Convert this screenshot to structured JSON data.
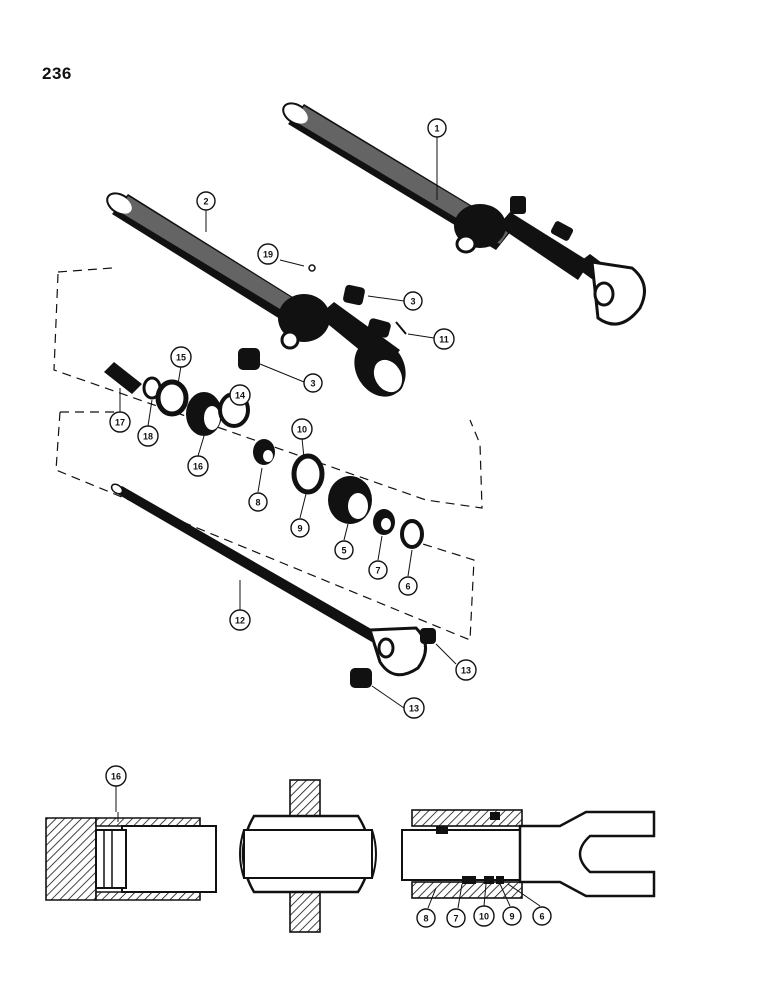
{
  "page": {
    "number": "236"
  },
  "callouts": [
    {
      "id": "c1",
      "label": "1",
      "part": "cylinder-barrel-assembly-top"
    },
    {
      "id": "c2",
      "label": "2",
      "part": "cylinder-barrel"
    },
    {
      "id": "c19",
      "label": "19",
      "part": "grease-fitting"
    },
    {
      "id": "c3a",
      "label": "3",
      "part": "bushing-upper"
    },
    {
      "id": "c11",
      "label": "11",
      "part": "screw"
    },
    {
      "id": "c3b",
      "label": "3",
      "part": "bushing-lower"
    },
    {
      "id": "c15",
      "label": "15",
      "part": "piston-washer"
    },
    {
      "id": "c14",
      "label": "14",
      "part": "piston-ring"
    },
    {
      "id": "c17",
      "label": "17",
      "part": "piston-bolt"
    },
    {
      "id": "c18",
      "label": "18",
      "part": "washer"
    },
    {
      "id": "c16",
      "label": "16",
      "part": "piston"
    },
    {
      "id": "c10",
      "label": "10",
      "part": "backup-ring"
    },
    {
      "id": "c8",
      "label": "8",
      "part": "spacer"
    },
    {
      "id": "c9",
      "label": "9",
      "part": "o-ring"
    },
    {
      "id": "c5",
      "label": "5",
      "part": "cylinder-head"
    },
    {
      "id": "c7",
      "label": "7",
      "part": "rod-seal"
    },
    {
      "id": "c6",
      "label": "6",
      "part": "wiper"
    },
    {
      "id": "c12",
      "label": "12",
      "part": "piston-rod"
    },
    {
      "id": "c13a",
      "label": "13",
      "part": "rod-bushing-upper"
    },
    {
      "id": "c13b",
      "label": "13",
      "part": "rod-bushing-lower"
    },
    {
      "id": "d16",
      "label": "16",
      "part": "section-piston"
    },
    {
      "id": "d8",
      "label": "8",
      "part": "section-spacer"
    },
    {
      "id": "d7",
      "label": "7",
      "part": "section-rod-seal"
    },
    {
      "id": "d10",
      "label": "10",
      "part": "section-backup-ring"
    },
    {
      "id": "d9",
      "label": "9",
      "part": "section-o-ring"
    },
    {
      "id": "d6",
      "label": "6",
      "part": "section-wiper"
    }
  ]
}
